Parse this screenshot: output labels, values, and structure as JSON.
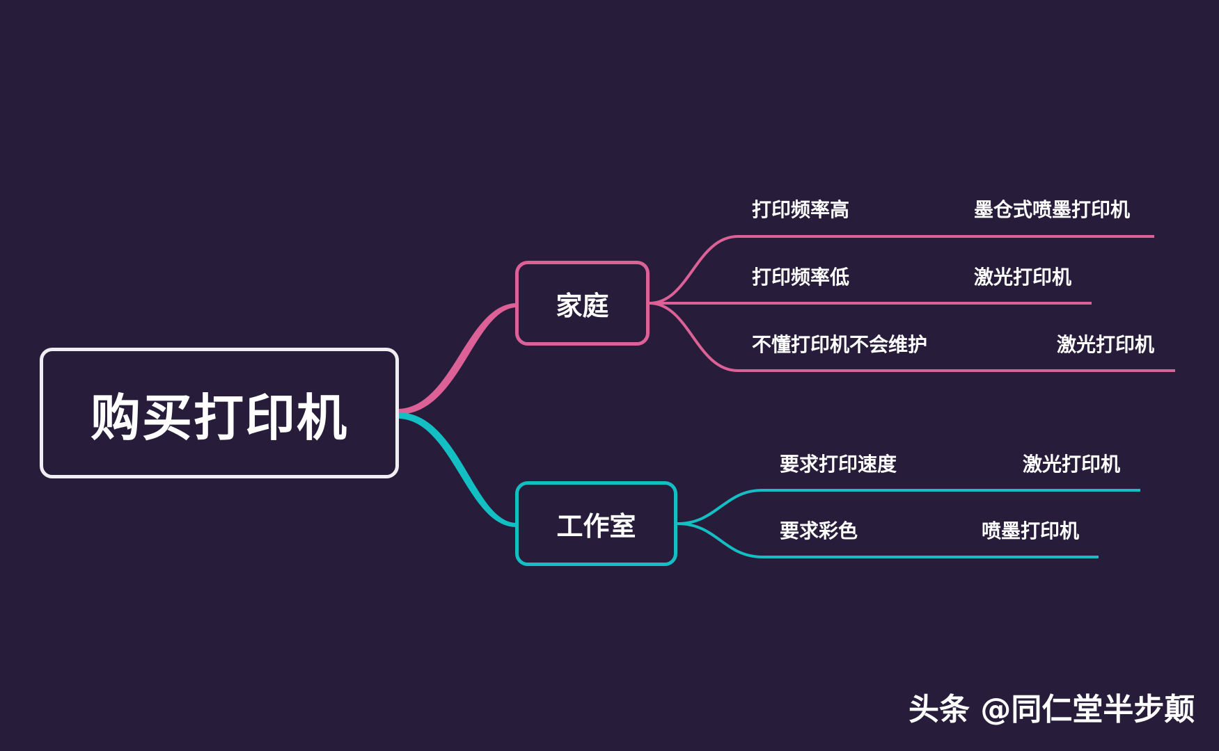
{
  "root": {
    "label": "购买打印机"
  },
  "branches": [
    {
      "label": "家庭",
      "color": "#dc6196",
      "children": [
        {
          "condition": "打印频率高",
          "recommendation": "墨仓式喷墨打印机"
        },
        {
          "condition": "打印频率低",
          "recommendation": "激光打印机"
        },
        {
          "condition": "不懂打印机不会维护",
          "recommendation": "激光打印机"
        }
      ]
    },
    {
      "label": "工作室",
      "color": "#14bfc3",
      "children": [
        {
          "condition": "要求打印速度",
          "recommendation": "激光打印机"
        },
        {
          "condition": "要求彩色",
          "recommendation": "喷墨打印机"
        }
      ]
    }
  ],
  "watermark": "头条 @同仁堂半步颠",
  "colors": {
    "background": "#281c3b",
    "root_border": "#f1eef3",
    "home": "#dc6196",
    "studio": "#14bfc3"
  }
}
